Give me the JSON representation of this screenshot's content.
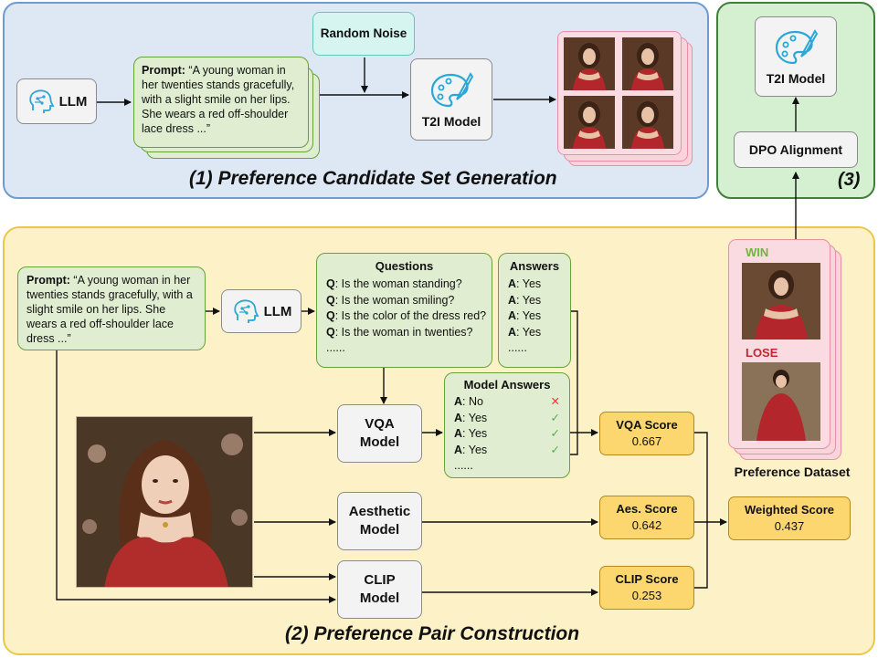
{
  "top": {
    "title": "(1) Preference Candidate Set Generation",
    "llm_label": "LLM",
    "prompt_label": "Prompt:",
    "prompt_text": "“A young woman in her twenties stands gracefully, with a slight smile on her lips. She wears a red off-shoulder lace dress ...”",
    "noise_label": "Random Noise",
    "t2i_label": "T2I Model"
  },
  "right": {
    "step": "(3)",
    "t2i_label": "T2I Model",
    "dpo_label": "DPO Alignment"
  },
  "bottom": {
    "title": "(2) Preference Pair Construction",
    "prompt_label": "Prompt:",
    "prompt_text": "“A young woman in her twenties stands gracefully, with a slight smile on her lips. She wears a red off-shoulder lace dress ...”",
    "llm_label": "LLM",
    "questions": {
      "header": "Questions",
      "items": [
        {
          "q": "Q",
          "text": ": Is the woman standing?"
        },
        {
          "q": "Q",
          "text": ": Is the woman smiling?"
        },
        {
          "q": "Q",
          "text": ": Is the color of the dress red?"
        },
        {
          "q": "Q",
          "text": ": Is the woman in twenties?"
        }
      ],
      "more": "......"
    },
    "answers": {
      "header": "Answers",
      "items": [
        {
          "a": "A",
          "text": ": Yes"
        },
        {
          "a": "A",
          "text": ": Yes"
        },
        {
          "a": "A",
          "text": ": Yes"
        },
        {
          "a": "A",
          "text": ": Yes"
        }
      ],
      "more": "......"
    },
    "model_answers": {
      "header": "Model Answers",
      "items": [
        {
          "a": "A",
          "text": ": No",
          "mark": "✕"
        },
        {
          "a": "A",
          "text": ": Yes",
          "mark": "✓"
        },
        {
          "a": "A",
          "text": ": Yes",
          "mark": "✓"
        },
        {
          "a": "A",
          "text": ": Yes",
          "mark": "✓"
        }
      ],
      "more": "......"
    },
    "vqa_model": "VQA Model",
    "aes_model": "Aesthetic Model",
    "clip_model": "CLIP Model",
    "vqa_score": {
      "label": "VQA Score",
      "value": "0.667"
    },
    "aes_score": {
      "label": "Aes. Score",
      "value": "0.642"
    },
    "clip_score": {
      "label": "CLIP Score",
      "value": "0.253"
    },
    "weighted_score": {
      "label": "Weighted Score",
      "value": "0.437"
    },
    "dataset": {
      "win": "WIN",
      "lose": "LOSE",
      "label": "Preference Dataset"
    }
  },
  "colors": {
    "panel_blue": "#dde8f4",
    "panel_green": "#d4f0d0",
    "panel_yellow": "#fdf1c8",
    "score_fill": "#fcd770",
    "win": "#6bb83a",
    "lose": "#c2272d"
  }
}
